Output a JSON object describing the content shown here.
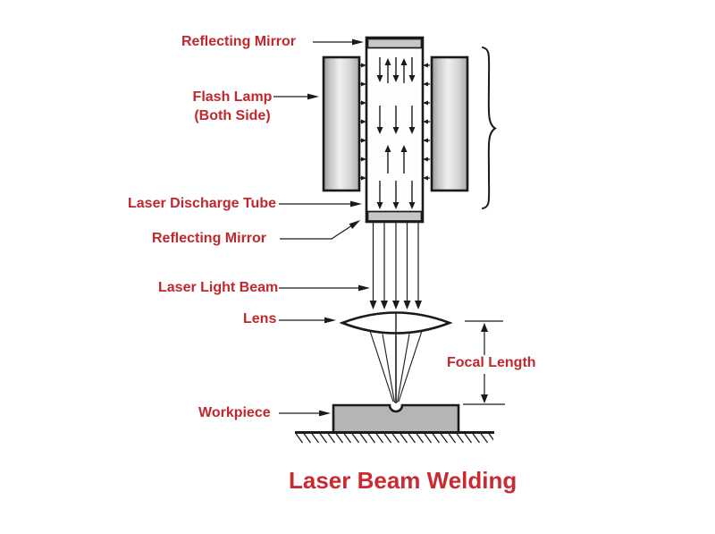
{
  "diagram_title": "Laser Beam Welding",
  "labels": {
    "reflecting_mirror_top": "Reflecting Mirror",
    "flash_lamp": "Flash Lamp",
    "flash_lamp_sub": "(Both Side)",
    "laser_discharge_tube": "Laser Discharge Tube",
    "reflecting_mirror_bottom": "Reflecting Mirror",
    "laser_light_beam": "Laser Light Beam",
    "lens": "Lens",
    "focal_length": "Focal Length",
    "workpiece": "Workpiece"
  },
  "colors": {
    "label_red": "#C1272D",
    "title_red": "#CA2A31",
    "line_black": "#1a1a1a",
    "metal_gray": "#b5b5b5",
    "mirror_gray": "#c6c6c6",
    "lamp_gray_dark": "#9a9a9a",
    "lamp_gray_light": "#efefef"
  }
}
